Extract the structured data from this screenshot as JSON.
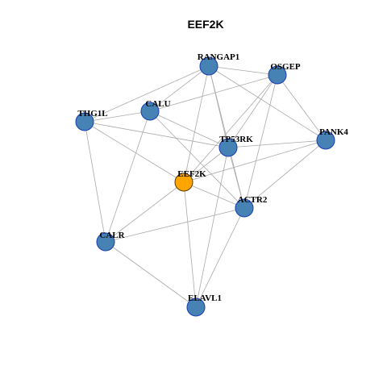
{
  "title": "EEF2K",
  "colors": {
    "node_default": "#4682B4",
    "node_hub": "#FFA500",
    "node_border": "#1A3CB5",
    "edge": "#AAAAAA"
  },
  "nodes": [
    {
      "id": "RANGAP1",
      "label": "RANGAP1",
      "hub": false
    },
    {
      "id": "OSGEP",
      "label": "OSGEP",
      "hub": false
    },
    {
      "id": "CALU",
      "label": "CALU",
      "hub": false
    },
    {
      "id": "THG1L",
      "label": "THG1L",
      "hub": false
    },
    {
      "id": "PANK4",
      "label": "PANK4",
      "hub": false
    },
    {
      "id": "TP53RK",
      "label": "TP53RK",
      "hub": false
    },
    {
      "id": "EEF2K",
      "label": "EEF2K",
      "hub": true
    },
    {
      "id": "ACTR2",
      "label": "ACTR2",
      "hub": false
    },
    {
      "id": "CALR",
      "label": "CALR",
      "hub": false
    },
    {
      "id": "ELAVL1",
      "label": "ELAVL1",
      "hub": false
    }
  ],
  "edges": [
    [
      "RANGAP1",
      "OSGEP"
    ],
    [
      "RANGAP1",
      "CALU"
    ],
    [
      "RANGAP1",
      "THG1L"
    ],
    [
      "RANGAP1",
      "PANK4"
    ],
    [
      "RANGAP1",
      "TP53RK"
    ],
    [
      "RANGAP1",
      "EEF2K"
    ],
    [
      "RANGAP1",
      "ACTR2"
    ],
    [
      "OSGEP",
      "CALU"
    ],
    [
      "OSGEP",
      "PANK4"
    ],
    [
      "OSGEP",
      "TP53RK"
    ],
    [
      "OSGEP",
      "EEF2K"
    ],
    [
      "OSGEP",
      "ACTR2"
    ],
    [
      "CALU",
      "THG1L"
    ],
    [
      "CALU",
      "TP53RK"
    ],
    [
      "CALU",
      "ACTR2"
    ],
    [
      "CALU",
      "CALR"
    ],
    [
      "THG1L",
      "TP53RK"
    ],
    [
      "THG1L",
      "EEF2K"
    ],
    [
      "THG1L",
      "CALR"
    ],
    [
      "PANK4",
      "TP53RK"
    ],
    [
      "PANK4",
      "EEF2K"
    ],
    [
      "PANK4",
      "ACTR2"
    ],
    [
      "TP53RK",
      "EEF2K"
    ],
    [
      "TP53RK",
      "ACTR2"
    ],
    [
      "TP53RK",
      "ELAVL1"
    ],
    [
      "EEF2K",
      "ACTR2"
    ],
    [
      "EEF2K",
      "CALR"
    ],
    [
      "EEF2K",
      "ELAVL1"
    ],
    [
      "ACTR2",
      "CALR"
    ],
    [
      "ACTR2",
      "ELAVL1"
    ],
    [
      "CALR",
      "ELAVL1"
    ]
  ]
}
